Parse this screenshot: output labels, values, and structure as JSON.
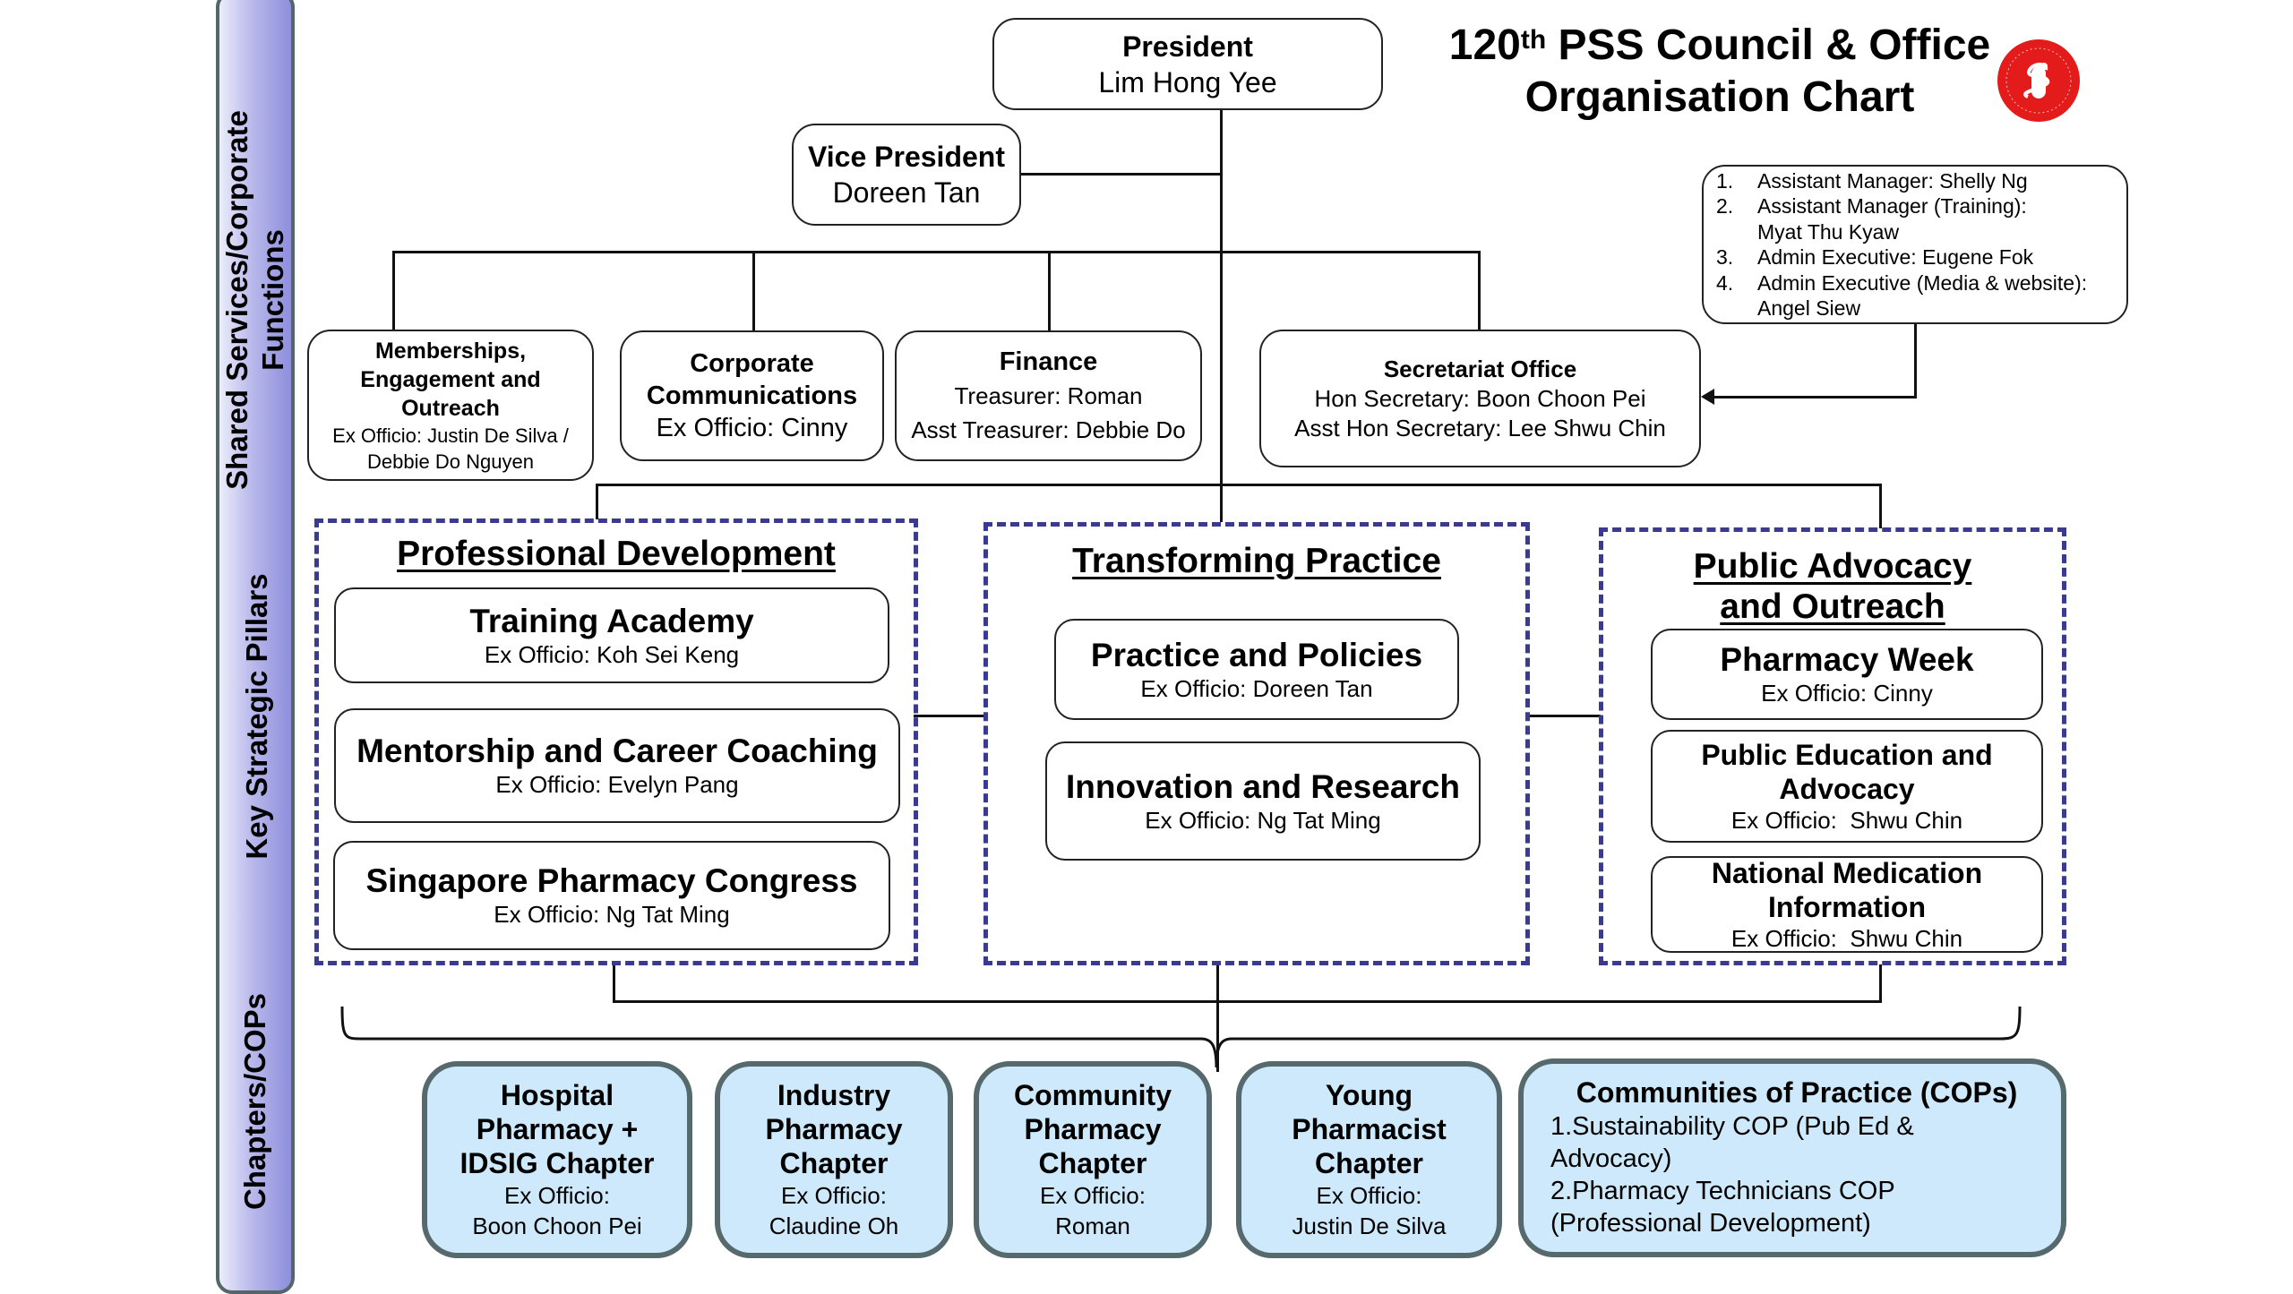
{
  "sidebar": {
    "sections": [
      {
        "label_line1": "Shared Services/Corporate",
        "label_line2": "Functions"
      },
      {
        "label": "Key Strategic Pillars"
      },
      {
        "label": "Chapters/COPs"
      }
    ]
  },
  "header": {
    "title_prefix": "120",
    "title_sup": "th",
    "title_line1_rest": " PSS Council & Office",
    "title_line2": "Organisation Chart",
    "logo": {
      "icon": "pharmaceutical-society-of-singapore-logo",
      "color": "#e41b1b"
    }
  },
  "leadership": {
    "president": {
      "role": "President",
      "name": "Lim Hong Yee"
    },
    "vice_president": {
      "role": "Vice President",
      "name": "Doreen Tan"
    }
  },
  "staff": [
    {
      "num": "1.",
      "text": "Assistant Manager: Shelly Ng"
    },
    {
      "num": "2.",
      "text": "Assistant Manager (Training):",
      "text2": "Myat Thu Kyaw"
    },
    {
      "num": "3.",
      "text": "Admin Executive: Eugene Fok"
    },
    {
      "num": "4.",
      "text": "Admin Executive (Media & website):",
      "text2": "Angel Siew"
    }
  ],
  "corporate_functions": {
    "memberships": {
      "title1": "Memberships,",
      "title2": "Engagement and",
      "title3": "Outreach",
      "sub1": "Ex Officio: Justin De Silva /",
      "sub2": "Debbie Do Nguyen"
    },
    "corp_comm": {
      "title1": "Corporate",
      "title2": "Communications",
      "sub": "Ex Officio: Cinny"
    },
    "finance": {
      "title": "Finance",
      "sub1": "Treasurer: Roman",
      "sub2": "Asst Treasurer: Debbie Do"
    },
    "secretariat": {
      "title": "Secretariat Office",
      "sub1": "Hon Secretary: Boon Choon Pei",
      "sub2": "Asst Hon Secretary: Lee Shwu Chin"
    }
  },
  "pillars": {
    "professional_development": {
      "title": "Professional Development",
      "items": [
        {
          "name": "Training Academy",
          "sub": "Ex Officio: Koh Sei Keng"
        },
        {
          "name": "Mentorship and Career Coaching",
          "sub": "Ex Officio: Evelyn Pang"
        },
        {
          "name": "Singapore Pharmacy Congress",
          "sub": "Ex Officio: Ng Tat Ming"
        }
      ]
    },
    "transforming_practice": {
      "title": "Transforming Practice",
      "items": [
        {
          "name": "Practice and Policies",
          "sub": "Ex Officio: Doreen Tan"
        },
        {
          "name": "Innovation and Research",
          "sub": "Ex Officio: Ng Tat Ming"
        }
      ]
    },
    "public_advocacy": {
      "title1": "Public Advocacy",
      "title2": "and Outreach",
      "items": [
        {
          "name": "Pharmacy Week",
          "sub": "Ex Officio: Cinny"
        },
        {
          "name1": "Public Education and",
          "name2": "Advocacy",
          "sub": "Ex Officio:  Shwu Chin"
        },
        {
          "name1": "National Medication",
          "name2": "Information",
          "sub": "Ex Officio:  Shwu Chin"
        }
      ]
    }
  },
  "chapters": [
    {
      "l1": "Hospital",
      "l2": "Pharmacy +",
      "l3": "IDSIG Chapter",
      "s1": "Ex Officio:",
      "s2": "Boon Choon Pei"
    },
    {
      "l1": "Industry",
      "l2": "Pharmacy",
      "l3": "Chapter",
      "s1": "Ex Officio:",
      "s2": "Claudine Oh"
    },
    {
      "l1": "Community",
      "l2": "Pharmacy",
      "l3": "Chapter",
      "s1": "Ex Officio:",
      "s2": "Roman"
    },
    {
      "l1": "Young",
      "l2": "Pharmacist",
      "l3": "Chapter",
      "s1": "Ex Officio:",
      "s2": "Justin De Silva"
    }
  ],
  "cops": {
    "title": "Communities of Practice (COPs)",
    "items": [
      {
        "line1": "1.Sustainability COP (Pub Ed &",
        "line2": "Advocacy)"
      },
      {
        "line1": "2.Pharmacy Technicians COP",
        "line2": "(Professional Development)"
      }
    ]
  },
  "colors": {
    "dashed_border": "#3a3a90",
    "chapter_fill": "#cde9fb",
    "chapter_border": "#566a6e",
    "strip_gradient_end": "#8e8edc"
  }
}
